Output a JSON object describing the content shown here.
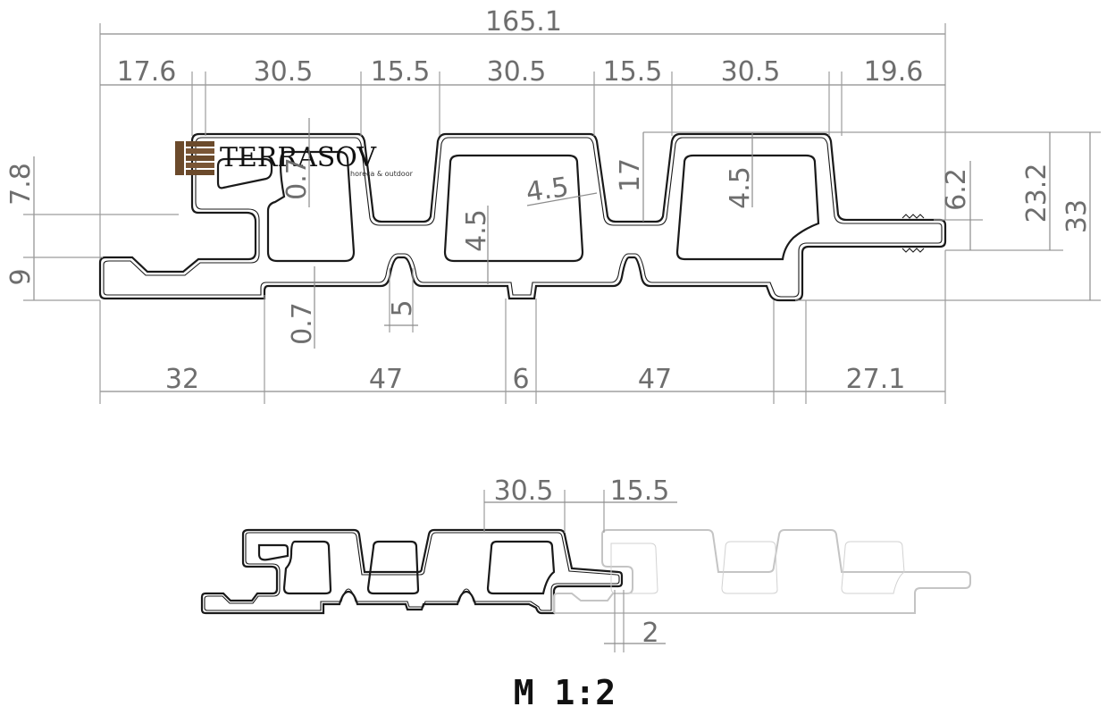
{
  "logo": {
    "brand": "TERRASOV",
    "tagline": "horeca & outdoor",
    "icon": "wood-planks-icon",
    "color": "#6b4a2b"
  },
  "dimensions": {
    "top": {
      "overall": "165.1",
      "segments": [
        "17.6",
        "30.5",
        "15.5",
        "30.5",
        "15.5",
        "30.5",
        "19.6"
      ]
    },
    "left": {
      "upper": "7.8",
      "lower": "9"
    },
    "right": {
      "tongue": "6.2",
      "body": "23.2",
      "overall": "33"
    },
    "inner": {
      "wall_top": "0.7",
      "wall_bottom": "0.7",
      "slot_width": "5",
      "chamfer_a": "4.5",
      "chamfer_b": "4.5",
      "depth_b": "4.5",
      "rib_height": "17"
    },
    "bottom": {
      "segments": [
        "32",
        "47",
        "6",
        "47",
        "27.1"
      ]
    },
    "assembly": {
      "width": "30.5",
      "gap": "15.5",
      "joint_gap": "2"
    }
  },
  "scale": {
    "label": "M 1:2"
  },
  "colors": {
    "outline": "#1a1a1a",
    "dimension": "#8c8c8c",
    "ghost": "#c4c4c4"
  }
}
